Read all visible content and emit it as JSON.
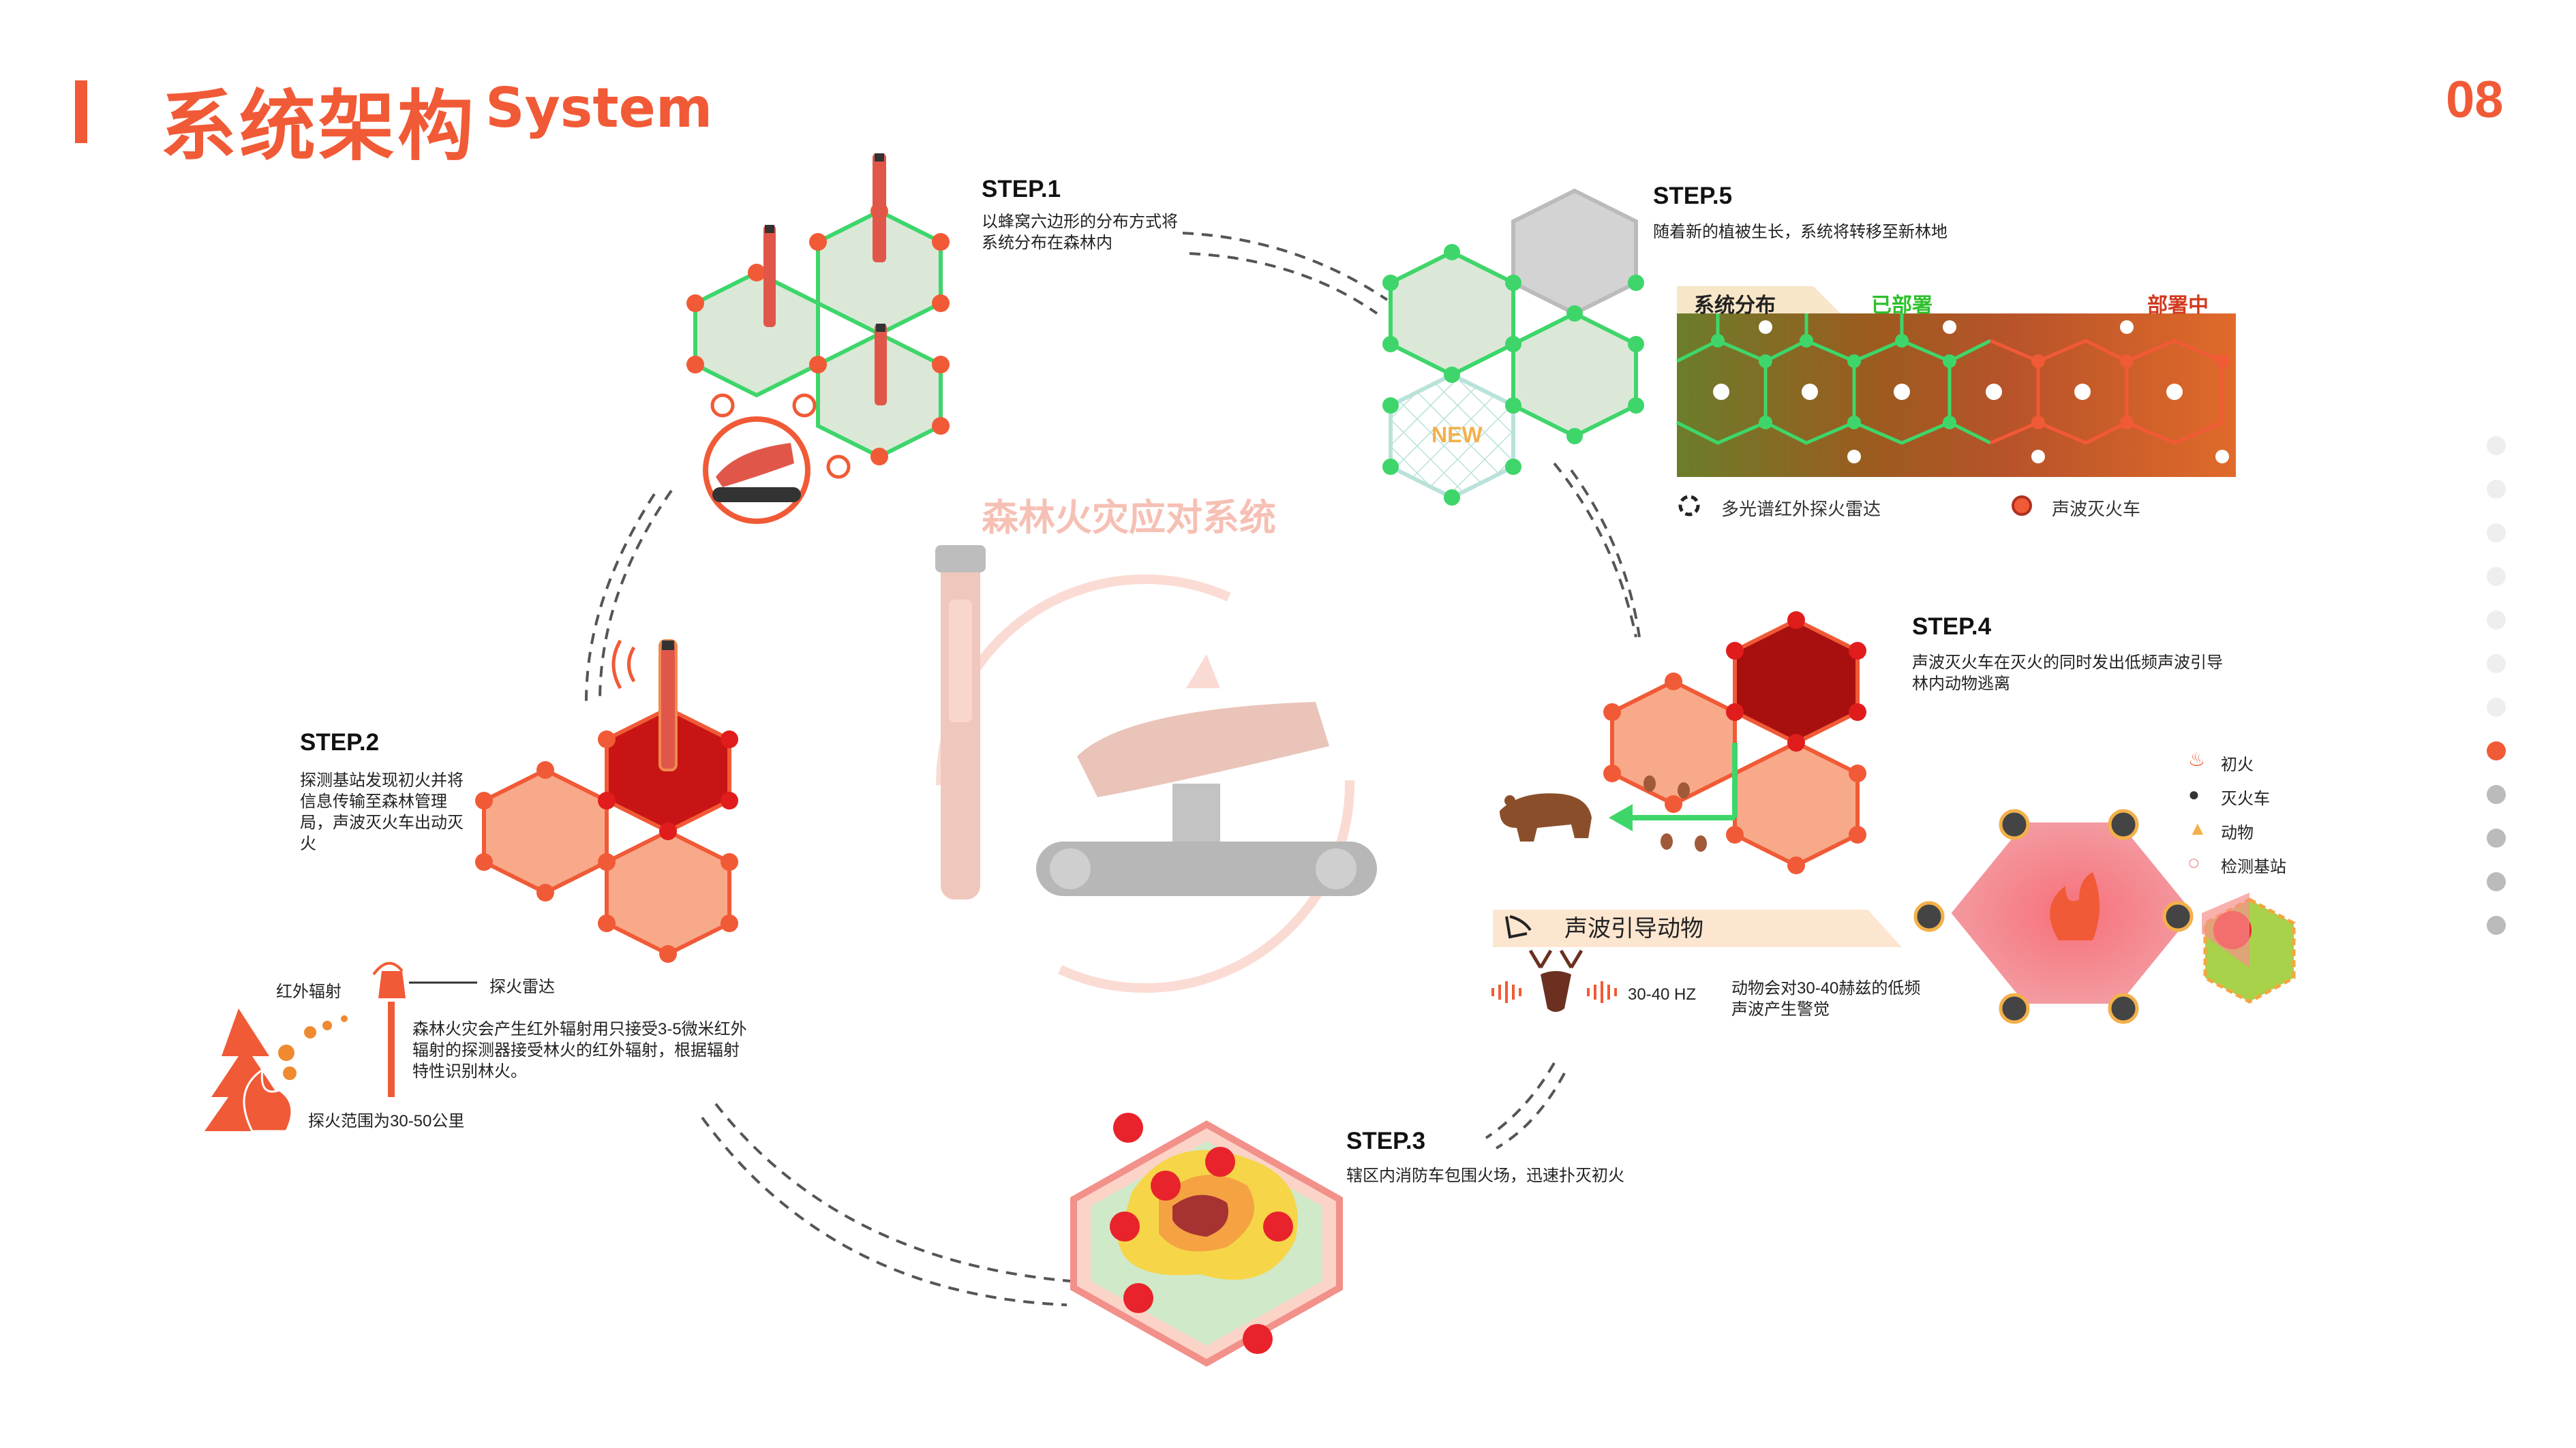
{
  "header": {
    "title_zh": "系统架构",
    "title_en": "System",
    "page_number": "08"
  },
  "center": {
    "title": "森林火灾应对系统"
  },
  "steps": [
    {
      "label": "STEP.1",
      "desc": "以蜂窝六边形的分布方式将系统分布在森林内"
    },
    {
      "label": "STEP.2",
      "desc": "探测基站发现初火并将信息传输至森林管理局，声波灭火车出动灭火"
    },
    {
      "label": "STEP.3",
      "desc": "辖区内消防车包围火场，迅速扑灭初火"
    },
    {
      "label": "STEP.4",
      "desc": "声波灭火车在灭火的同时发出低频声波引导林内动物逃离"
    },
    {
      "label": "STEP.5",
      "desc": "随着新的植被生长，系统将转移至新林地"
    }
  ],
  "step1_new_label": "NEW",
  "infrared": {
    "radiation_label": "红外辐射",
    "radar_label": "探火雷达",
    "desc": "森林火灾会产生红外辐射用只接受3-5微米红外辐射的探测器接受林火的红外辐射，根据辐射特性识别林火。",
    "range": "探火范围为30-50公里"
  },
  "map": {
    "label_distribution": "系统分布",
    "label_deployed": "已部署",
    "label_deploying": "部署中",
    "legend_radar": "多光谱红外探火雷达",
    "legend_truck": "声波灭火车",
    "colors": {
      "deployed": "#2ec02e",
      "deploying": "#d23a1f"
    }
  },
  "sound": {
    "title": "声波引导动物",
    "frequency": "30-40 HZ",
    "desc": "动物会对30-40赫兹的低频声波产生警觉"
  },
  "legend_step4": [
    {
      "icon": "fire-icon",
      "label": "初火"
    },
    {
      "icon": "truck-icon",
      "label": "灭火车"
    },
    {
      "icon": "animal-icon",
      "label": "动物"
    },
    {
      "icon": "station-icon",
      "label": "检测基站"
    }
  ],
  "pagination": {
    "total": 12,
    "active": 8
  },
  "palette": {
    "accent": "#f15a36",
    "green": "#2ecc55",
    "dark_red": "#a81010",
    "salmon": "#f7a98a"
  }
}
